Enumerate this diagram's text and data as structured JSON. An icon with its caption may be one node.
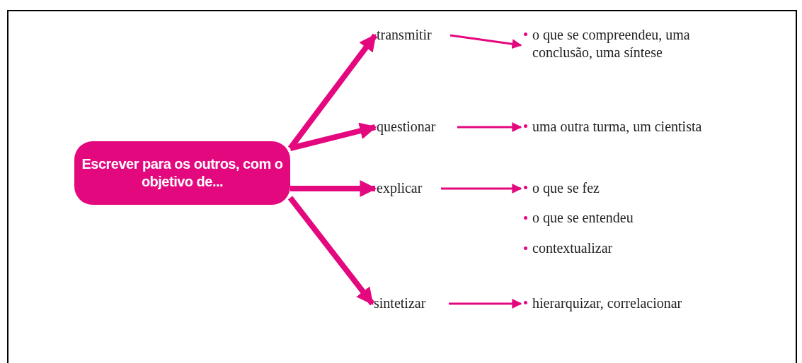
{
  "diagram": {
    "nodes": [
      {
        "text": [
          "Escrever para os outros, com o objetivo de..."
        ]
      },
      {
        "text": [
          "transmitir"
        ]
      },
      {
        "text": [
          "questionar"
        ]
      },
      {
        "text": [
          "explicar"
        ]
      },
      {
        "text": [
          "sintetizar"
        ]
      },
      {
        "text": [
          "o que se compreendeu, uma conclusão, uma síntese"
        ]
      },
      {
        "text": [
          "uma outra turma, um cientista"
        ]
      },
      {
        "text": [
          "o que se fez"
        ]
      },
      {
        "text": [
          "hierarquizar, correlacionar"
        ]
      }
    ],
    "edges": [
      {
        "from": 0,
        "to": 1,
        "arrow": "to",
        "style": "thick"
      },
      {
        "from": 0,
        "to": 2,
        "arrow": "to",
        "style": "thick"
      },
      {
        "from": 0,
        "to": 3,
        "arrow": "to",
        "style": "thick"
      },
      {
        "from": 0,
        "to": 4,
        "arrow": "to",
        "style": "thick"
      },
      {
        "from": 1,
        "to": 5,
        "arrow": "to"
      },
      {
        "from": 2,
        "to": 6,
        "arrow": "to"
      },
      {
        "from": 3,
        "to": 7,
        "arrow": "to"
      },
      {
        "from": 4,
        "to": 8,
        "arrow": "to"
      }
    ],
    "labels": [
      "o que se entendeu",
      "contextualizar"
    ]
  }
}
